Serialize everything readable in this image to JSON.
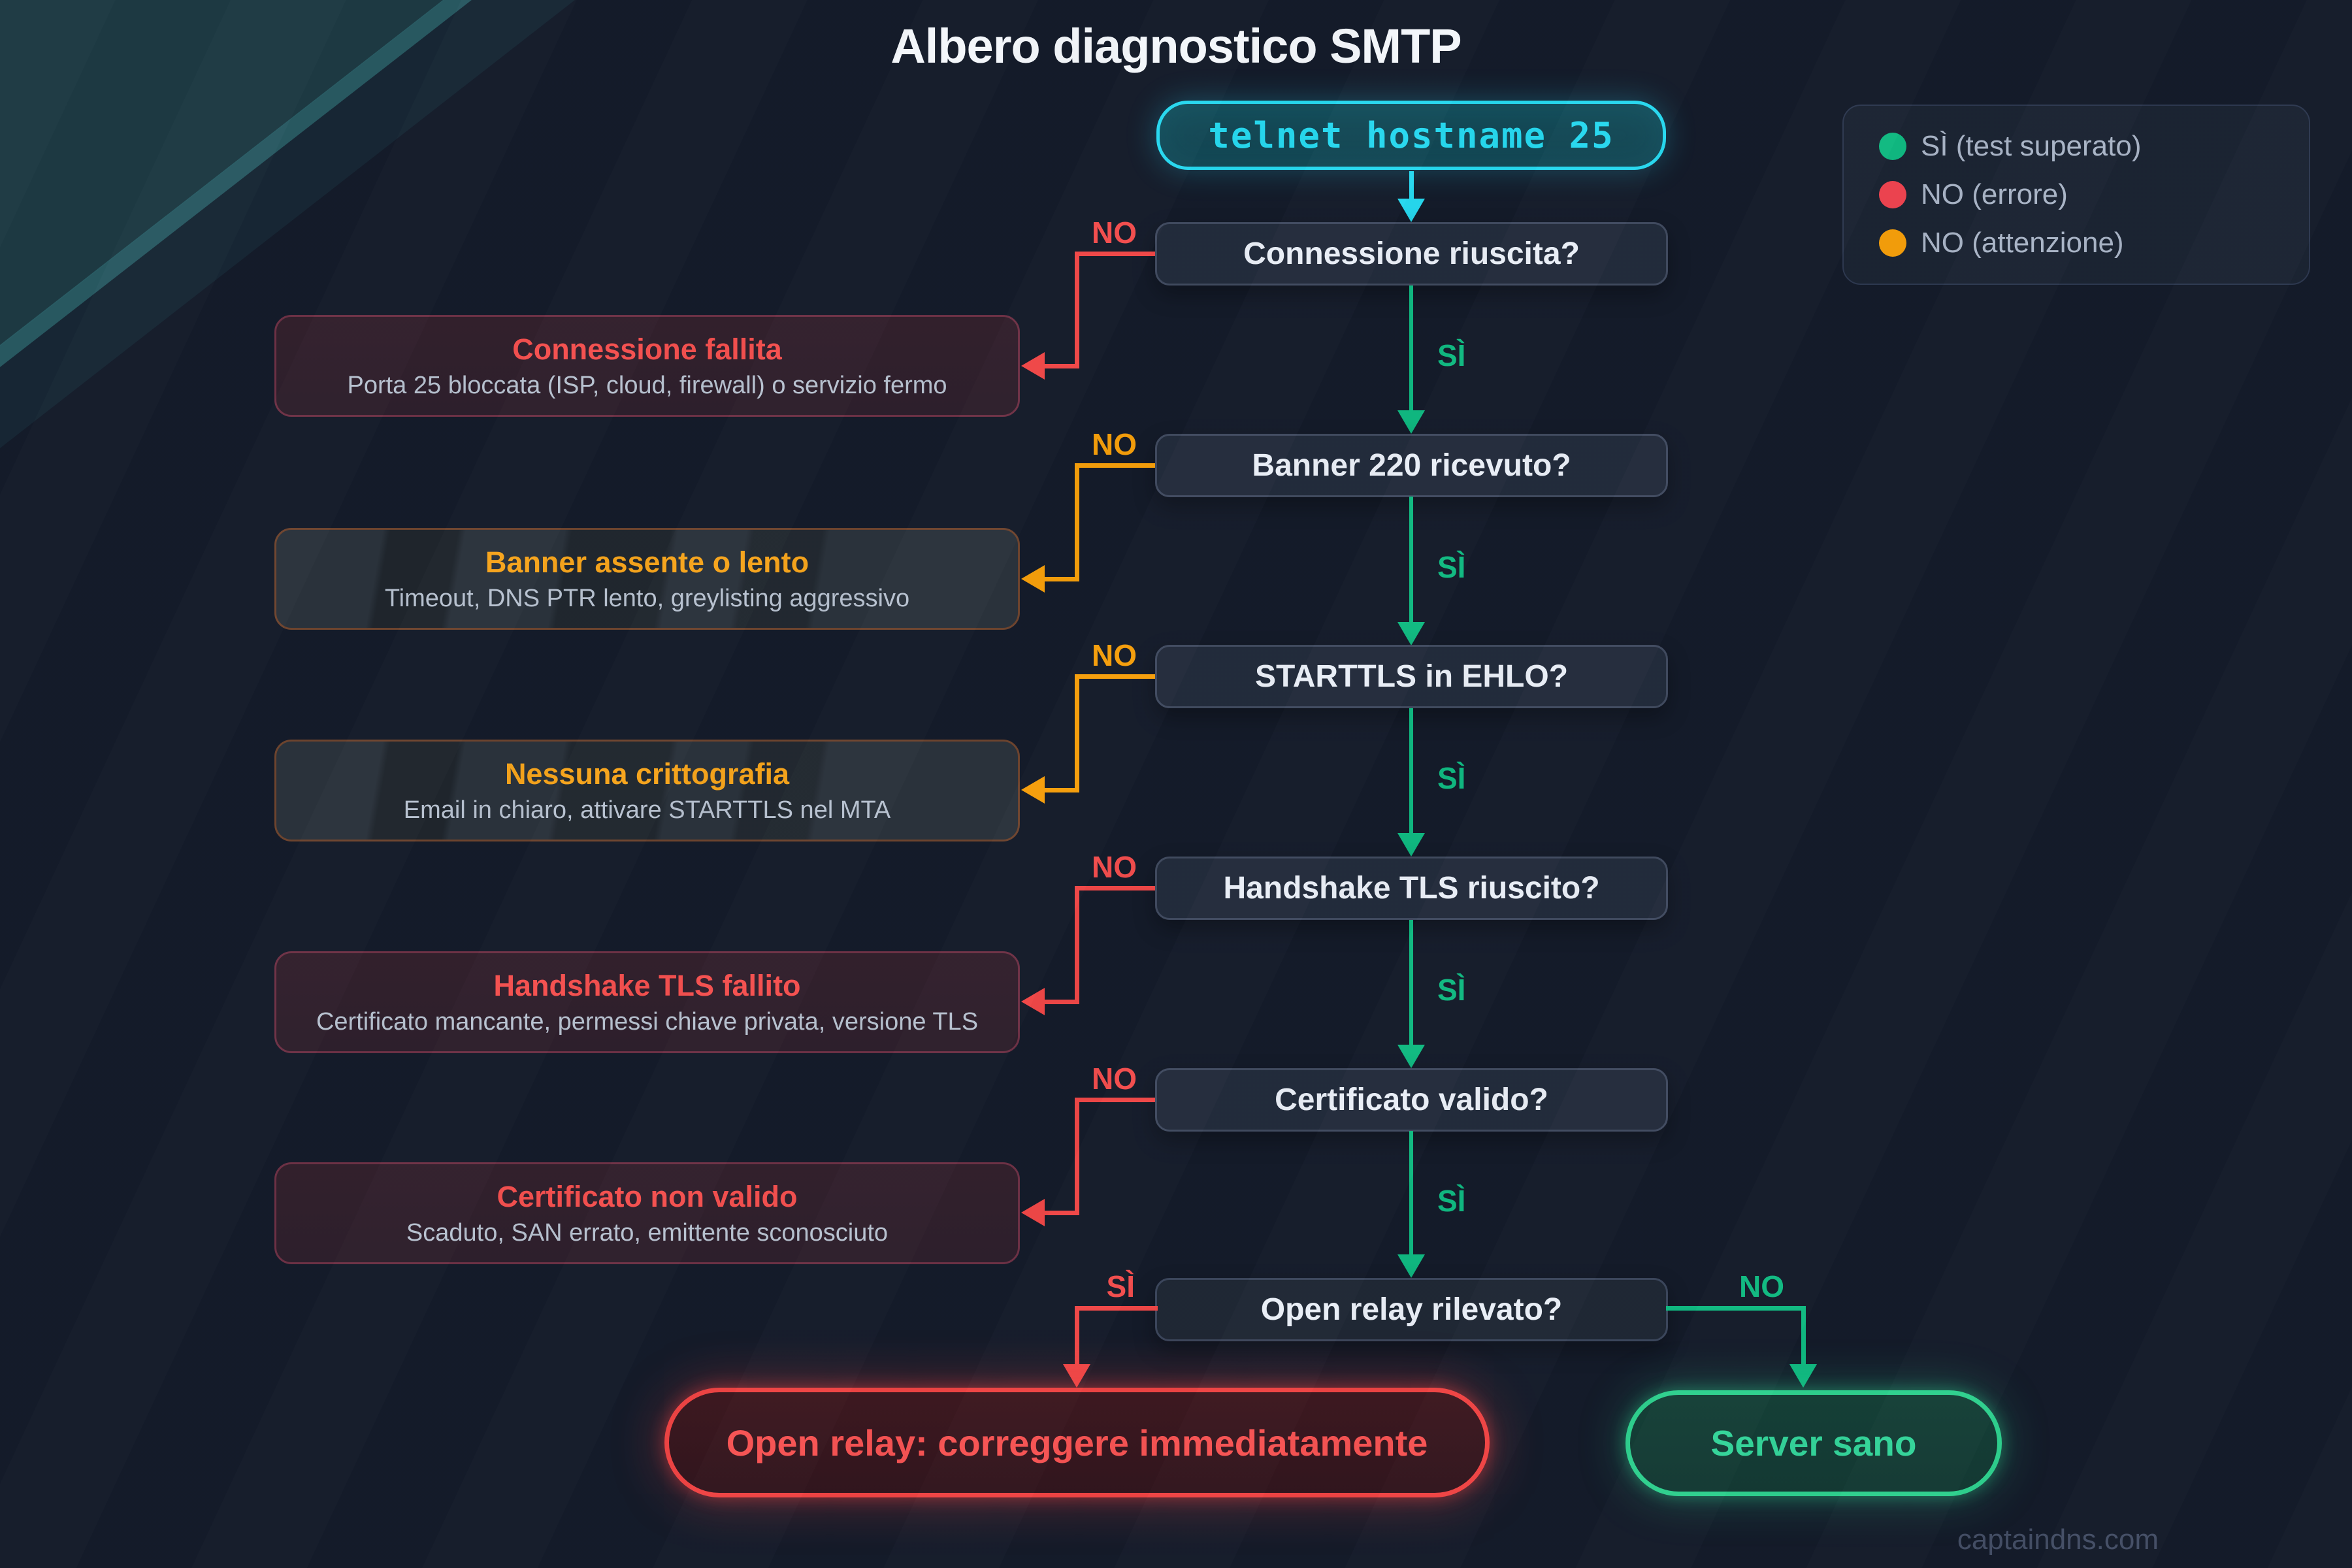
{
  "page": {
    "title": "Albero diagnostico SMTP",
    "watermark": "captaindns.com"
  },
  "colors": {
    "background": "#141b2a",
    "yes_green": "#10b981",
    "error_red": "#ef4444",
    "warning_orange": "#f59e0b",
    "start_cyan": "#27d8ef"
  },
  "start": {
    "label": "telnet hostname 25"
  },
  "legend": {
    "items": [
      {
        "icon": "green-dot",
        "color": "#10b981",
        "label": "SÌ (test superato)"
      },
      {
        "icon": "red-dot",
        "color": "#ef4444",
        "label": "NO (errore)"
      },
      {
        "icon": "orange-dot",
        "color": "#f59e0b",
        "label": "NO (attenzione)"
      }
    ]
  },
  "flow": {
    "yes_label": "SÌ",
    "no_label": "NO",
    "questions": [
      {
        "label": "Connessione riuscita?",
        "no_branch": "error"
      },
      {
        "label": "Banner 220 ricevuto?",
        "no_branch": "warning"
      },
      {
        "label": "STARTTLS in EHLO?",
        "no_branch": "warning"
      },
      {
        "label": "Handshake TLS riuscito?",
        "no_branch": "error"
      },
      {
        "label": "Certificato valido?",
        "no_branch": "error"
      },
      {
        "label": "Open relay rilevato?",
        "yes_branch": "error",
        "no_branch": "success"
      }
    ],
    "callouts": [
      {
        "severity": "error",
        "title": "Connessione fallita",
        "desc": "Porta 25 bloccata (ISP, cloud, firewall) o servizio fermo"
      },
      {
        "severity": "warning",
        "title": "Banner assente o lento",
        "desc": "Timeout, DNS PTR lento, greylisting aggressivo"
      },
      {
        "severity": "warning",
        "title": "Nessuna crittografia",
        "desc": "Email in chiaro, attivare STARTTLS nel MTA"
      },
      {
        "severity": "error",
        "title": "Handshake TLS fallito",
        "desc": "Certificato mancante, permessi chiave privata, versione TLS"
      },
      {
        "severity": "error",
        "title": "Certificato non valido",
        "desc": "Scaduto, SAN errato, emittente sconosciuto"
      }
    ],
    "outcomes": {
      "bad": {
        "label": "Open relay: correggere immediatamente"
      },
      "good": {
        "label": "Server sano"
      }
    }
  }
}
